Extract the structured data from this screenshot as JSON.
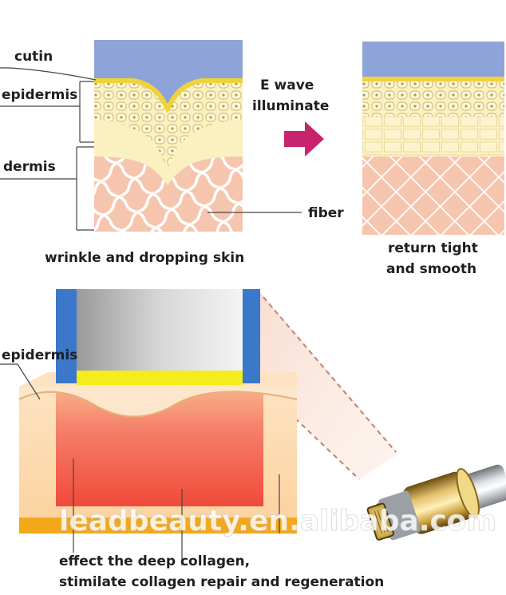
{
  "labels": {
    "cutin": "cutin",
    "epidermis_top": "epidermis",
    "dermis": "dermis",
    "fiber": "fiber",
    "e_wave_line1": "E wave",
    "e_wave_line2": "illuminate",
    "wrinkle_caption": "wrinkle and dropping skin",
    "result_line1": "return tight",
    "result_line2": "and smooth",
    "epidermis_bottom": "epidermis",
    "effect_line1": "effect the deep collagen,",
    "effect_line2": "stimilate collagen repair and regeneration"
  },
  "watermark": "leadbeauty.en.alibaba.com",
  "colors": {
    "sky": "#8ea4d8",
    "cutin_yellow": "#f0d33c",
    "epidermis_cream": "#fbf0bf",
    "dermis_pink": "#f6c5ae",
    "fiber_white": "#ffffff",
    "arrow_magenta": "#c8246e",
    "probe_blue": "#3b78c9",
    "heat_red": "#f04a3a",
    "band_orange": "#f3a81a"
  }
}
